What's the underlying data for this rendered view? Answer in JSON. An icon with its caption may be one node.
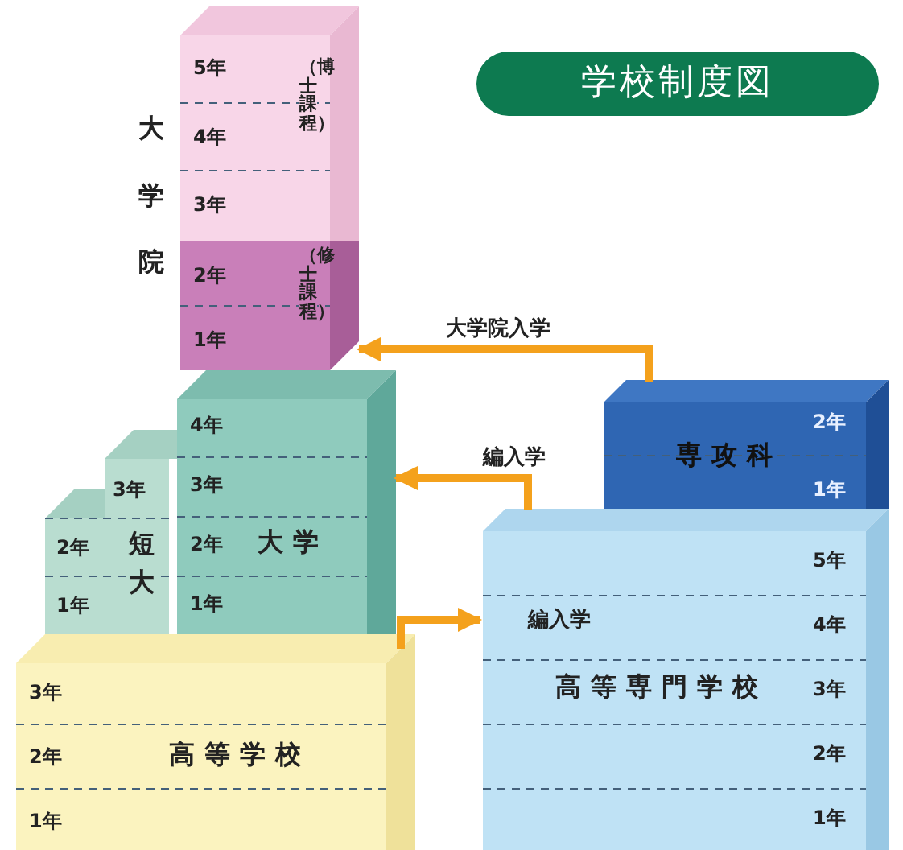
{
  "diagram": {
    "title": "学校制度図",
    "nodes": [
      {
        "text": [
          "5年",
          "4年",
          "3年",
          "（博士課程）"
        ]
      },
      {
        "text": [
          "2年",
          "1年",
          "（修士課程）"
        ]
      },
      {
        "text": [
          "4年",
          "3年",
          "2年",
          "大学",
          "1年"
        ]
      },
      {
        "text": [
          "3年",
          "2年",
          "短大",
          "1年"
        ]
      },
      {
        "text": [
          "3年",
          "2年",
          "高等学校",
          "1年"
        ]
      },
      {
        "text": [
          "2年",
          "専攻科",
          "1年"
        ]
      },
      {
        "text": [
          "5年",
          "4年",
          "3年",
          "高等専門学校",
          "2年",
          "1年"
        ]
      }
    ],
    "edges": [
      {
        "from": 5,
        "to": 1,
        "arrow": "to",
        "label": "大学院入学"
      },
      {
        "from": 6,
        "to": 2,
        "arrow": "to",
        "label": "編入学"
      },
      {
        "from": 4,
        "to": 6,
        "arrow": "to",
        "label": "編入学"
      }
    ],
    "labels": [
      "大学院"
    ]
  }
}
